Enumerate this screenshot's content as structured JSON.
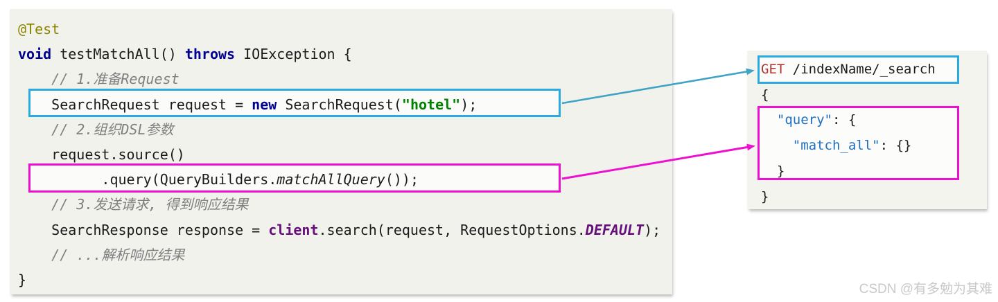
{
  "colors": {
    "cyan_accent": "#29abe2",
    "cyan_arrow": "#3fa3c6",
    "magenta_accent": "#ee10d0",
    "java_panel_bg": "#f1f2ec",
    "dsl_panel_bg": "#f4f4ef",
    "keyword_color": "#000090",
    "string_color": "#008000",
    "comment_color": "#7f7f7f",
    "field_color": "#660e7a",
    "annotation_color": "#8c8400",
    "http_method_color": "#b03530",
    "json_key_color": "#1e6fbf"
  },
  "java_code": {
    "lines": [
      [
        {
          "t": "@Test",
          "s": "ann"
        }
      ],
      [
        {
          "t": "void",
          "s": "kw"
        },
        {
          "t": " testMatchAll() ",
          "s": "p"
        },
        {
          "t": "throws",
          "s": "kw"
        },
        {
          "t": " IOException {",
          "s": "p"
        }
      ],
      [
        {
          "t": "    // 1.准备Request",
          "s": "com"
        }
      ],
      [
        {
          "t": "    SearchRequest request = ",
          "s": "p"
        },
        {
          "t": "new",
          "s": "kw"
        },
        {
          "t": " SearchRequest(",
          "s": "p"
        },
        {
          "t": "\"hotel\"",
          "s": "str"
        },
        {
          "t": ");",
          "s": "p"
        }
      ],
      [
        {
          "t": "    // 2.组织DSL参数",
          "s": "com"
        }
      ],
      [
        {
          "t": "    request.source()",
          "s": "p"
        }
      ],
      [
        {
          "t": "          .query(QueryBuilders.",
          "s": "p"
        },
        {
          "t": "matchAllQuery",
          "s": "sm"
        },
        {
          "t": "());",
          "s": "p"
        }
      ],
      [
        {
          "t": "    // 3.发送请求, 得到响应结果",
          "s": "com"
        }
      ],
      [
        {
          "t": "    SearchResponse response = ",
          "s": "p"
        },
        {
          "t": "client",
          "s": "field"
        },
        {
          "t": ".search(request, RequestOptions.",
          "s": "p"
        },
        {
          "t": "DEFAULT",
          "s": "sf"
        },
        {
          "t": ");",
          "s": "p"
        }
      ],
      [
        {
          "t": "    // ...解析响应结果",
          "s": "com"
        }
      ],
      [
        {
          "t": "}",
          "s": "p"
        }
      ]
    ]
  },
  "dsl_code": {
    "lines": [
      [
        {
          "t": "GET",
          "s": "get"
        },
        {
          "t": " /indexName/_search",
          "s": "p"
        }
      ],
      [
        {
          "t": "{",
          "s": "p"
        }
      ],
      [
        {
          "t": "  ",
          "s": "p"
        },
        {
          "t": "\"query\"",
          "s": "key"
        },
        {
          "t": ": {",
          "s": "p"
        }
      ],
      [
        {
          "t": "    ",
          "s": "p"
        },
        {
          "t": "\"match_all\"",
          "s": "key"
        },
        {
          "t": ": {}",
          "s": "p"
        }
      ],
      [
        {
          "t": "  }",
          "s": "p"
        }
      ],
      [
        {
          "t": "}",
          "s": "p"
        }
      ]
    ]
  },
  "watermark": {
    "text": "CSDN @有多勉为其难"
  }
}
